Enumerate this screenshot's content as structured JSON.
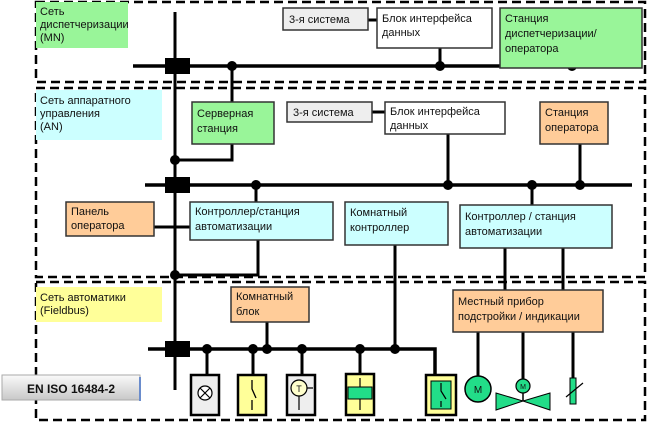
{
  "zones": {
    "mn": {
      "label": [
        "Сеть",
        "диспетчеризации",
        "(MN)"
      ],
      "color": "#99f599"
    },
    "an": {
      "label": [
        "Сеть аппаратного",
        "управления",
        "(AN)"
      ],
      "color": "#ccffff"
    },
    "fieldbus": {
      "label": [
        "Сеть автоматики",
        "(Fieldbus)"
      ],
      "color": "#ffff99"
    }
  },
  "mn_boxes": {
    "third_system": [
      "3-я система"
    ],
    "data_interface": [
      "Блок интерфейса",
      "данных"
    ],
    "dispatch_station": [
      "Станция",
      "диспетчеризации/",
      "оператора"
    ]
  },
  "an_boxes": {
    "server": [
      "Серверная",
      "станция"
    ],
    "third_system": [
      "3-я система"
    ],
    "data_interface": [
      "Блок интерфейса",
      "данных"
    ],
    "operator_station": [
      "Станция",
      "оператора"
    ],
    "operator_panel": [
      "Панель",
      "оператора"
    ],
    "controller1": [
      "Контроллер/станция",
      "автоматизации"
    ],
    "room_controller": [
      "Комнатный",
      "контроллер"
    ],
    "controller2": [
      "Контроллер / станция",
      "автоматизации"
    ]
  },
  "fb_boxes": {
    "room_unit": [
      "Комнатный",
      "блок"
    ],
    "local_device": [
      "Местный прибор",
      "подстройки / индикации"
    ]
  },
  "devices": {
    "thermo_label": "T",
    "motor_label": "M",
    "valve_label": "M"
  },
  "standard": "EN ISO 16484-2",
  "colors": {
    "green": "#99f599",
    "cyan": "#ccffff",
    "orange": "#ffcc99",
    "yellow": "#ffff99",
    "gray": "#eeeeee",
    "device_green": "#22dd88"
  }
}
